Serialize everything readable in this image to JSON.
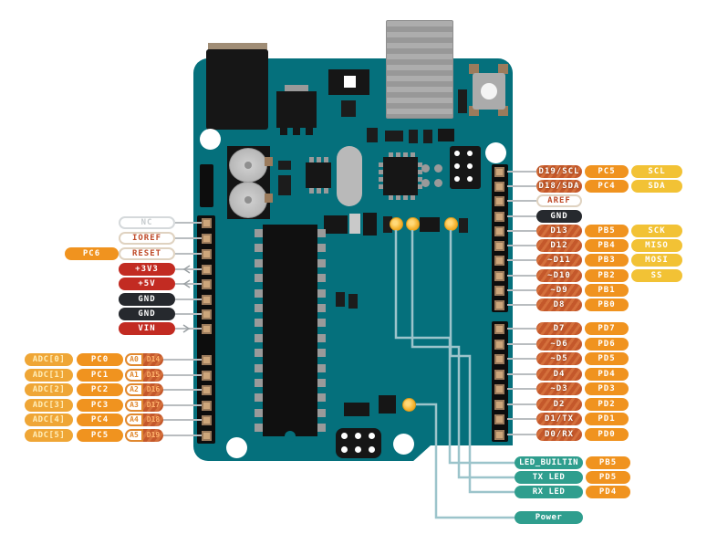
{
  "left_power": [
    {
      "name": "NC",
      "style": "nc"
    },
    {
      "name": "IOREF",
      "style": "outline"
    },
    {
      "name": "RESET",
      "style": "outline",
      "port_label": "PC6"
    },
    {
      "name": "+3V3",
      "style": "red",
      "arrow": "toward-label"
    },
    {
      "name": "+5V",
      "style": "red",
      "arrow": "toward-label"
    },
    {
      "name": "GND",
      "style": "black"
    },
    {
      "name": "GND",
      "style": "black"
    },
    {
      "name": "VIN",
      "style": "red",
      "arrow": "toward-board"
    }
  ],
  "left_analog": [
    {
      "adc": "ADC[0]",
      "port": "PC0",
      "analog": "A0",
      "digital": "D14"
    },
    {
      "adc": "ADC[1]",
      "port": "PC1",
      "analog": "A1",
      "digital": "D15"
    },
    {
      "adc": "ADC[2]",
      "port": "PC2",
      "analog": "A2",
      "digital": "D16"
    },
    {
      "adc": "ADC[3]",
      "port": "PC3",
      "analog": "A3",
      "digital": "D17"
    },
    {
      "adc": "ADC[4]",
      "port": "PC4",
      "analog": "A4",
      "digital": "D18"
    },
    {
      "adc": "ADC[5]",
      "port": "PC5",
      "analog": "A5",
      "digital": "D19"
    }
  ],
  "right_top": [
    {
      "type": "triple",
      "digital": "D19/SCL",
      "port": "PC5",
      "bus": "SCL"
    },
    {
      "type": "triple",
      "digital": "D18/SDA",
      "port": "PC4",
      "bus": "SDA"
    },
    {
      "type": "single",
      "name": "AREF",
      "style": "outline"
    },
    {
      "type": "single",
      "name": "GND",
      "style": "black"
    },
    {
      "type": "triple",
      "digital": "D13",
      "port": "PB5",
      "bus": "SCK"
    },
    {
      "type": "triple",
      "digital": "D12",
      "port": "PB4",
      "bus": "MISO"
    },
    {
      "type": "triple",
      "digital": "~D11",
      "port": "PB3",
      "bus": "MOSI"
    },
    {
      "type": "triple",
      "digital": "~D10",
      "port": "PB2",
      "bus": "SS"
    },
    {
      "type": "double",
      "digital": "~D9",
      "port": "PB1"
    },
    {
      "type": "double",
      "digital": "D8",
      "port": "PB0"
    }
  ],
  "right_bottom": [
    {
      "digital": "D7",
      "port": "PD7"
    },
    {
      "digital": "~D6",
      "port": "PD6"
    },
    {
      "digital": "~D5",
      "port": "PD5"
    },
    {
      "digital": "D4",
      "port": "PD4"
    },
    {
      "digital": "~D3",
      "port": "PD3"
    },
    {
      "digital": "D2",
      "port": "PD2"
    },
    {
      "digital": "D1/TX",
      "port": "PD1"
    },
    {
      "digital": "D0/RX",
      "port": "PD0"
    }
  ],
  "led_rows": [
    {
      "name": "LED_BUILTIN",
      "port": "PB5"
    },
    {
      "name": "TX LED",
      "port": "PD5"
    },
    {
      "name": "RX LED",
      "port": "PD4"
    }
  ],
  "power_row": {
    "name": "Power"
  },
  "colors": {
    "board": "#05707C",
    "digital_pin": "#C4582B",
    "digital_stripe": "#D4703C",
    "port_pin": "#F0931F",
    "bus_pin": "#F2C235",
    "adc_pin": "#EFA636",
    "power_red": "#C22B22",
    "ground_black": "#26292E",
    "led_teal": "#2F9E8E",
    "signal_trace": "#9CC4CB",
    "leader_line": "#B9BDC0"
  }
}
